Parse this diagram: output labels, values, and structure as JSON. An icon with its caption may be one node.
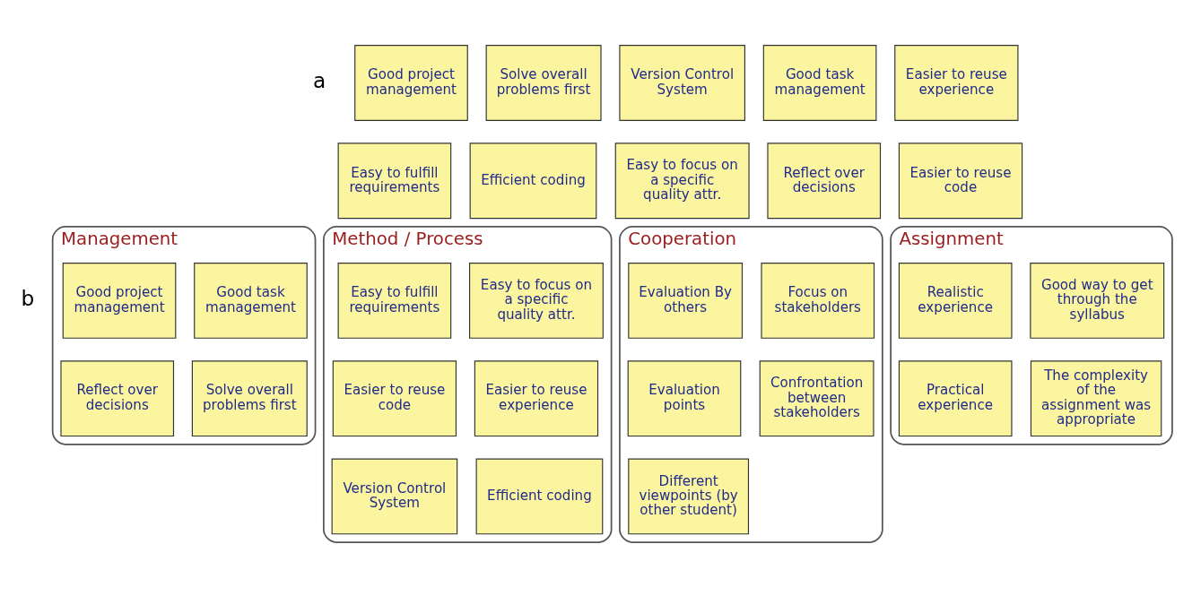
{
  "diagram": {
    "nodes": [
      {
        "text": [
          "Good project management"
        ]
      },
      {
        "text": [
          "Solve overall problems first"
        ]
      },
      {
        "text": [
          "Version Control System"
        ]
      },
      {
        "text": [
          "Good task management"
        ]
      },
      {
        "text": [
          "Easier to reuse experience"
        ]
      },
      {
        "text": [
          "Easy to fulfill requirements"
        ]
      },
      {
        "text": [
          "Efficient coding"
        ]
      },
      {
        "text": [
          "Easy to focus on a specific quality attr."
        ]
      },
      {
        "text": [
          "Reflect over decisions"
        ]
      },
      {
        "text": [
          "Easier to reuse code"
        ]
      },
      {
        "text": [
          "Management"
        ]
      },
      {
        "text": [
          "Good project management"
        ],
        "in": 10
      },
      {
        "text": [
          "Good task management"
        ],
        "in": 10
      },
      {
        "text": [
          "Reflect over decisions"
        ],
        "in": 10
      },
      {
        "text": [
          "Solve overall problems first"
        ],
        "in": 10
      },
      {
        "text": [
          "Method / Process"
        ]
      },
      {
        "text": [
          "Easy to fulfill requirements"
        ],
        "in": 15
      },
      {
        "text": [
          "Easy to focus on a specific quality attr."
        ],
        "in": 15
      },
      {
        "text": [
          "Easier to reuse code"
        ],
        "in": 15
      },
      {
        "text": [
          "Easier to reuse experience"
        ],
        "in": 15
      },
      {
        "text": [
          "Version Control System"
        ],
        "in": 15
      },
      {
        "text": [
          "Efficient coding"
        ],
        "in": 15
      },
      {
        "text": [
          "Cooperation"
        ]
      },
      {
        "text": [
          "Evaluation By others"
        ],
        "in": 22
      },
      {
        "text": [
          "Focus on stakeholders"
        ],
        "in": 22
      },
      {
        "text": [
          "Evaluation points"
        ],
        "in": 22
      },
      {
        "text": [
          "Confrontation between stakeholders"
        ],
        "in": 22
      },
      {
        "text": [
          "Different viewpoints (by other student)"
        ],
        "in": 22
      },
      {
        "text": [
          "Assignment"
        ]
      },
      {
        "text": [
          "Realistic experience"
        ],
        "in": 28
      },
      {
        "text": [
          "Good way to get through the syllabus"
        ],
        "in": 28
      },
      {
        "text": [
          "Practical experience"
        ],
        "in": 28
      },
      {
        "text": [
          "The complexity of the assignment was appropriate"
        ],
        "in": 28
      }
    ],
    "labels": [
      "a",
      "b"
    ]
  }
}
